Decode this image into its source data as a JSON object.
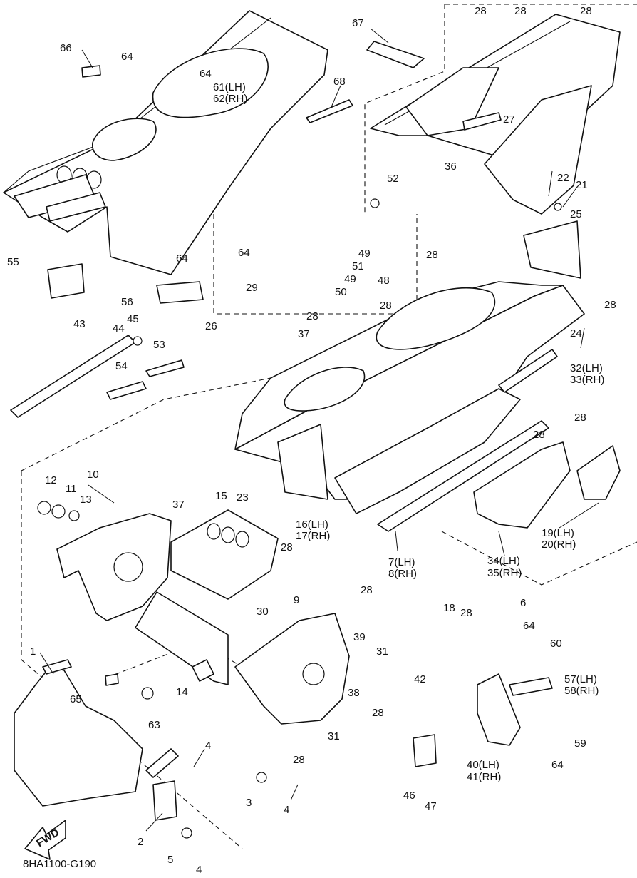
{
  "diagram_code": "8HA1100-G190",
  "fwd_label": "FWD",
  "callouts": [
    {
      "id": "c1",
      "text": "1"
    },
    {
      "id": "c2",
      "text": "2"
    },
    {
      "id": "c3",
      "text": "3"
    },
    {
      "id": "c4a",
      "text": "4"
    },
    {
      "id": "c4b",
      "text": "4"
    },
    {
      "id": "c4c",
      "text": "4"
    },
    {
      "id": "c5",
      "text": "5"
    },
    {
      "id": "c6",
      "text": "6"
    },
    {
      "id": "c7",
      "text": "7(LH)"
    },
    {
      "id": "c8",
      "text": "8(RH)"
    },
    {
      "id": "c9",
      "text": "9"
    },
    {
      "id": "c10",
      "text": "10"
    },
    {
      "id": "c11",
      "text": "11"
    },
    {
      "id": "c12",
      "text": "12"
    },
    {
      "id": "c13",
      "text": "13"
    },
    {
      "id": "c14",
      "text": "14"
    },
    {
      "id": "c15",
      "text": "15"
    },
    {
      "id": "c16",
      "text": "16(LH)"
    },
    {
      "id": "c17",
      "text": "17(RH)"
    },
    {
      "id": "c18",
      "text": "18"
    },
    {
      "id": "c19",
      "text": "19(LH)"
    },
    {
      "id": "c20",
      "text": "20(RH)"
    },
    {
      "id": "c21",
      "text": "21"
    },
    {
      "id": "c22",
      "text": "22"
    },
    {
      "id": "c23",
      "text": "23"
    },
    {
      "id": "c24",
      "text": "24"
    },
    {
      "id": "c25",
      "text": "25"
    },
    {
      "id": "c26",
      "text": "26"
    },
    {
      "id": "c27",
      "text": "27"
    },
    {
      "id": "c28a",
      "text": "28"
    },
    {
      "id": "c28b",
      "text": "28"
    },
    {
      "id": "c28c",
      "text": "28"
    },
    {
      "id": "c28d",
      "text": "28"
    },
    {
      "id": "c28e",
      "text": "28"
    },
    {
      "id": "c28f",
      "text": "28"
    },
    {
      "id": "c28g",
      "text": "28"
    },
    {
      "id": "c28h",
      "text": "28"
    },
    {
      "id": "c28i",
      "text": "28"
    },
    {
      "id": "c28j",
      "text": "28"
    },
    {
      "id": "c28k",
      "text": "28"
    },
    {
      "id": "c28l",
      "text": "28"
    },
    {
      "id": "c28m",
      "text": "28"
    },
    {
      "id": "c28n",
      "text": "28"
    },
    {
      "id": "c29",
      "text": "29"
    },
    {
      "id": "c30",
      "text": "30"
    },
    {
      "id": "c31a",
      "text": "31"
    },
    {
      "id": "c31b",
      "text": "31"
    },
    {
      "id": "c32",
      "text": "32(LH)"
    },
    {
      "id": "c33",
      "text": "33(RH)"
    },
    {
      "id": "c34",
      "text": "34(LH)"
    },
    {
      "id": "c35",
      "text": "35(RH)"
    },
    {
      "id": "c36",
      "text": "36"
    },
    {
      "id": "c37a",
      "text": "37"
    },
    {
      "id": "c37b",
      "text": "37"
    },
    {
      "id": "c38",
      "text": "38"
    },
    {
      "id": "c39",
      "text": "39"
    },
    {
      "id": "c40",
      "text": "40(LH)"
    },
    {
      "id": "c41",
      "text": "41(RH)"
    },
    {
      "id": "c42",
      "text": "42"
    },
    {
      "id": "c43",
      "text": "43"
    },
    {
      "id": "c44",
      "text": "44"
    },
    {
      "id": "c45",
      "text": "45"
    },
    {
      "id": "c46",
      "text": "46"
    },
    {
      "id": "c47",
      "text": "47"
    },
    {
      "id": "c48",
      "text": "48"
    },
    {
      "id": "c49a",
      "text": "49"
    },
    {
      "id": "c49b",
      "text": "49"
    },
    {
      "id": "c50",
      "text": "50"
    },
    {
      "id": "c51",
      "text": "51"
    },
    {
      "id": "c52",
      "text": "52"
    },
    {
      "id": "c53",
      "text": "53"
    },
    {
      "id": "c54",
      "text": "54"
    },
    {
      "id": "c55",
      "text": "55"
    },
    {
      "id": "c56",
      "text": "56"
    },
    {
      "id": "c57",
      "text": "57(LH)"
    },
    {
      "id": "c58",
      "text": "58(RH)"
    },
    {
      "id": "c59",
      "text": "59"
    },
    {
      "id": "c60",
      "text": "60"
    },
    {
      "id": "c61",
      "text": "61(LH)"
    },
    {
      "id": "c62",
      "text": "62(RH)"
    },
    {
      "id": "c63",
      "text": "63"
    },
    {
      "id": "c64a",
      "text": "64"
    },
    {
      "id": "c64b",
      "text": "64"
    },
    {
      "id": "c64c",
      "text": "64"
    },
    {
      "id": "c64d",
      "text": "64"
    },
    {
      "id": "c64e",
      "text": "64"
    },
    {
      "id": "c64f",
      "text": "64"
    },
    {
      "id": "c65",
      "text": "65"
    },
    {
      "id": "c66",
      "text": "66"
    },
    {
      "id": "c67",
      "text": "67"
    },
    {
      "id": "c68",
      "text": "68"
    }
  ]
}
